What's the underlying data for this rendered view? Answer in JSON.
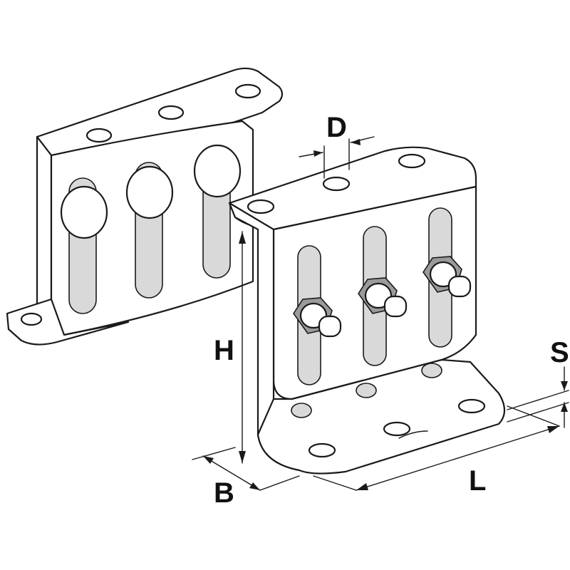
{
  "figure": {
    "labels": {
      "height": "H",
      "depth": "B",
      "length": "L",
      "hole_diameter": "D",
      "thickness": "S"
    }
  },
  "colors": {
    "ink": "#1a1a1a",
    "shade": "#d9d9d9",
    "background": "#ffffff"
  }
}
